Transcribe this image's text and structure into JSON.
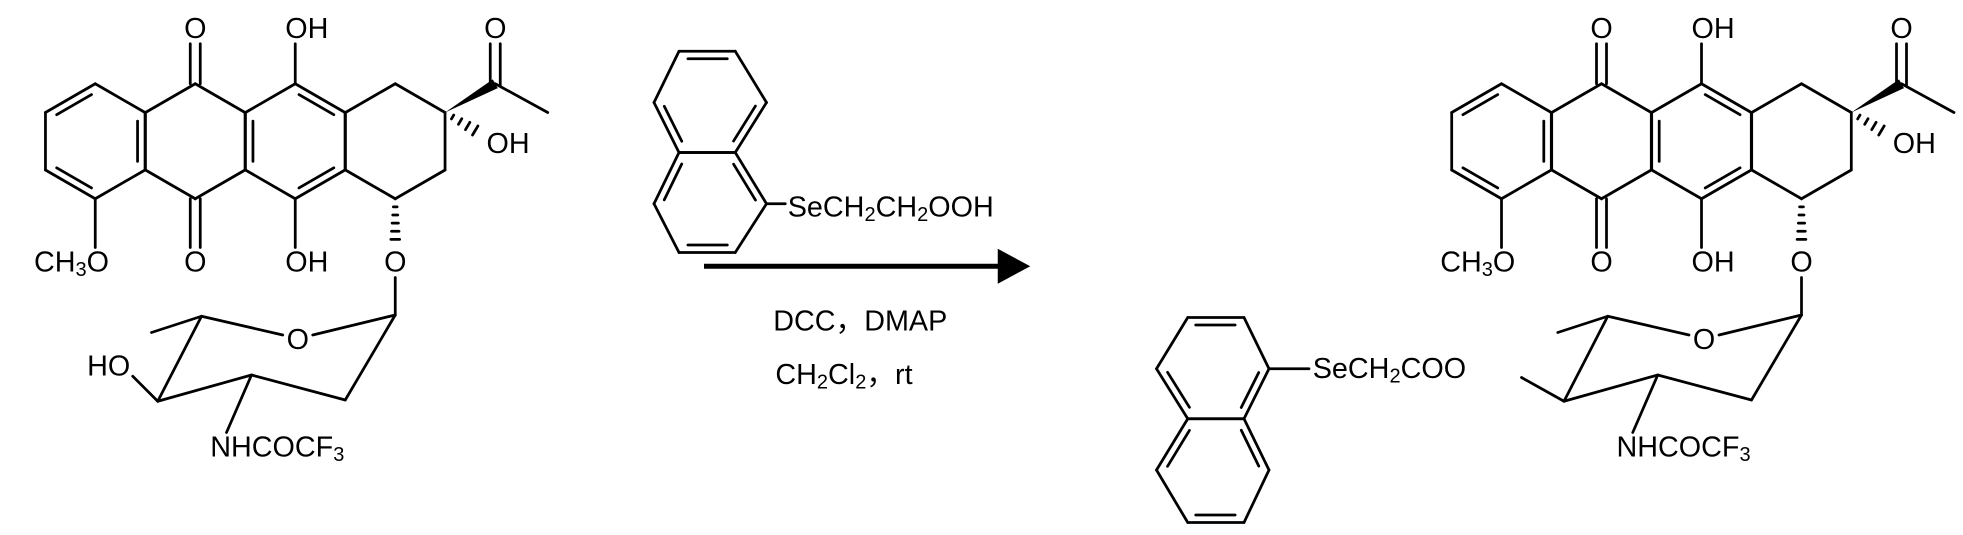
{
  "reactant": {
    "labels": {
      "quinone_o_top": "O",
      "phenol_oh_top": "OH",
      "acetyl_o": "O",
      "tert_oh": "OH",
      "methoxy": "CH3O",
      "quinone_o_bottom": "O",
      "phenol_oh_bottom": "OH",
      "glycoside_o": "O",
      "ring_o": "O",
      "sugar_ho": "HO",
      "amide": "NHCOCF3"
    }
  },
  "reagent": {
    "naphthyl_chain": "SeCH2CH2OOH",
    "conditions_line1": "DCC，DMAP",
    "conditions_line2": "CH2Cl2，rt"
  },
  "product": {
    "labels": {
      "quinone_o_top": "O",
      "phenol_oh_top": "OH",
      "acetyl_o": "O",
      "tert_oh": "OH",
      "methoxy": "CH3O",
      "quinone_o_bottom": "O",
      "phenol_oh_bottom": "OH",
      "glycoside_o": "O",
      "ring_o": "O",
      "ester": "SeCH2COO",
      "amide": "NHCOCF3"
    }
  }
}
